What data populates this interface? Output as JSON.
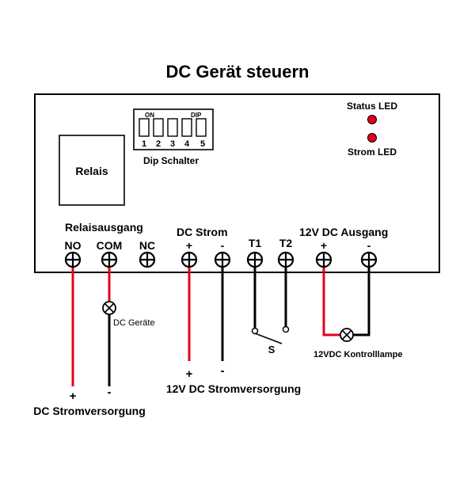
{
  "title": "DC Gerät steuern",
  "board": {
    "relay_label": "Relais",
    "dip_label": "Dip Schalter",
    "dip_on": "ON",
    "dip_dip": "DIP",
    "dip_numbers": [
      "1",
      "2",
      "3",
      "4",
      "5"
    ],
    "status_led": "Status LED",
    "power_led": "Strom LED"
  },
  "groups": {
    "relay_output": "Relaisausgang",
    "dc_power": "DC  Strom",
    "dc_output": "12V DC Ausgang"
  },
  "terminals": {
    "no": "NO",
    "com": "COM",
    "nc": "NC",
    "dc_plus": "+",
    "dc_minus": "-",
    "t1": "T1",
    "t2": "T2",
    "out_plus": "+",
    "out_minus": "-"
  },
  "external": {
    "dc_device": "DC Geräte",
    "switch": "S",
    "lamp": "12VDC Kontrolllampe",
    "supply1_plus": "+",
    "supply1_minus": "-",
    "supply1_label": "DC Stromversorgung",
    "supply2_plus": "+",
    "supply2_minus": "-",
    "supply2_label": "12V DC Stromversorgung"
  },
  "colors": {
    "positive_wire": "#e3001b",
    "negative_wire": "#000000",
    "led": "#e3001b"
  }
}
